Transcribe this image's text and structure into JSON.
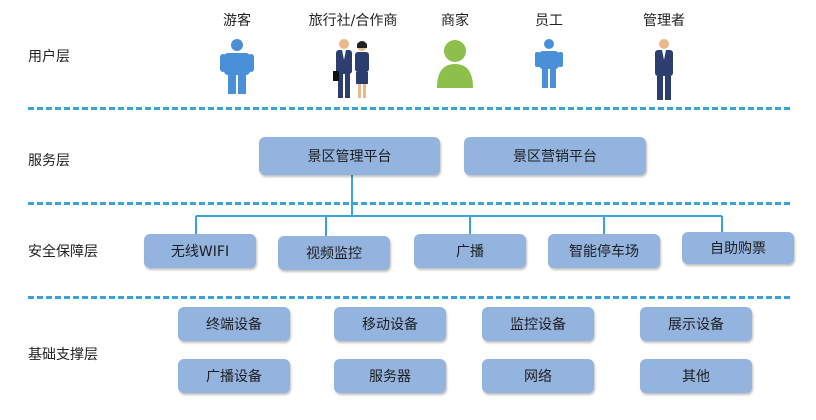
{
  "layers": {
    "user": "用户层",
    "service": "服务层",
    "security": "安全保障层",
    "infra": "基础支撑层"
  },
  "users": [
    {
      "label": "游客",
      "icon": "tourist-person-icon",
      "color": "#4a90d9"
    },
    {
      "label": "旅行社/合作商",
      "icon": "business-people-icon",
      "color": "#2c3e70"
    },
    {
      "label": "商家",
      "icon": "merchant-person-icon",
      "color": "#8cc04b"
    },
    {
      "label": "员工",
      "icon": "employee-person-icon",
      "color": "#4a90d9"
    },
    {
      "label": "管理者",
      "icon": "manager-person-icon",
      "color": "#2c3e70"
    }
  ],
  "service": [
    "景区管理平台",
    "景区营销平台"
  ],
  "security": [
    "无线WIFI",
    "视频监控",
    "广播",
    "智能停车场",
    "自助购票"
  ],
  "infra": {
    "row1": [
      "终端设备",
      "移动设备",
      "监控设备",
      "展示设备"
    ],
    "row2": [
      "广播设备",
      "服务器",
      "网络",
      "其他"
    ]
  },
  "colors": {
    "box": "#94b4e0",
    "divider": "#3aa3d8",
    "connector": "#3aa3d8"
  }
}
